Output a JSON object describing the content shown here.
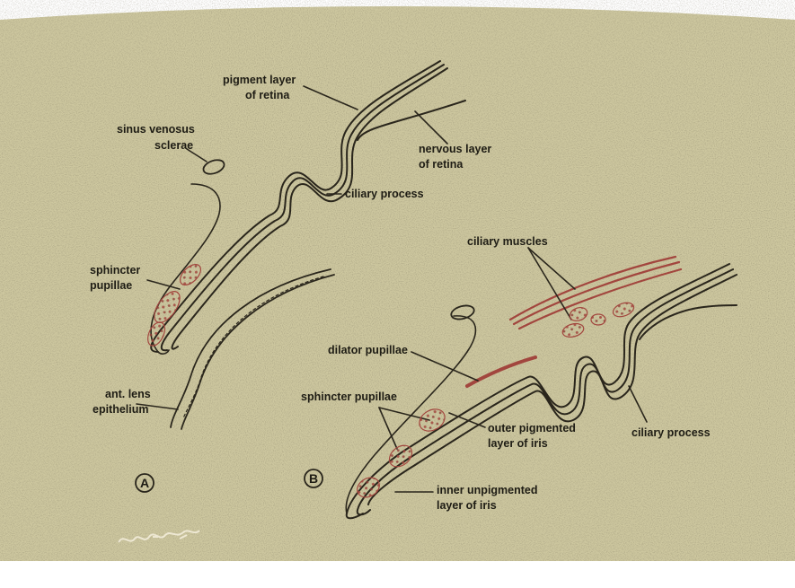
{
  "labels": {
    "pigment_layer_retina": [
      "pigment layer",
      "of retina"
    ],
    "nervous_layer_retina": [
      "nervous layer",
      "of retina"
    ],
    "sinus_venosus_sclerae": [
      "sinus venosus",
      "sclerae"
    ],
    "ciliary_process_a": "ciliary process",
    "sphincter_pupillae_a": [
      "sphincter",
      "pupillae"
    ],
    "ant_lens_epithelium": [
      "ant. lens",
      "epithelium"
    ],
    "ciliary_muscles": "ciliary muscles",
    "dilator_pupillae": "dilator pupillae",
    "sphincter_pupillae_b": "sphincter pupillae",
    "outer_pigmented_layer": [
      "outer pigmented",
      "layer of iris"
    ],
    "ciliary_process_b": "ciliary process",
    "inner_unpigmented_layer": [
      "inner unpigmented",
      "layer of iris"
    ]
  },
  "figure_letters": {
    "a": "A",
    "b": "B"
  },
  "colors": {
    "paper": "#cdc79f",
    "ink": "#2a261c",
    "muscle": "#a2463e",
    "muscle_fill": "#d79b86"
  }
}
